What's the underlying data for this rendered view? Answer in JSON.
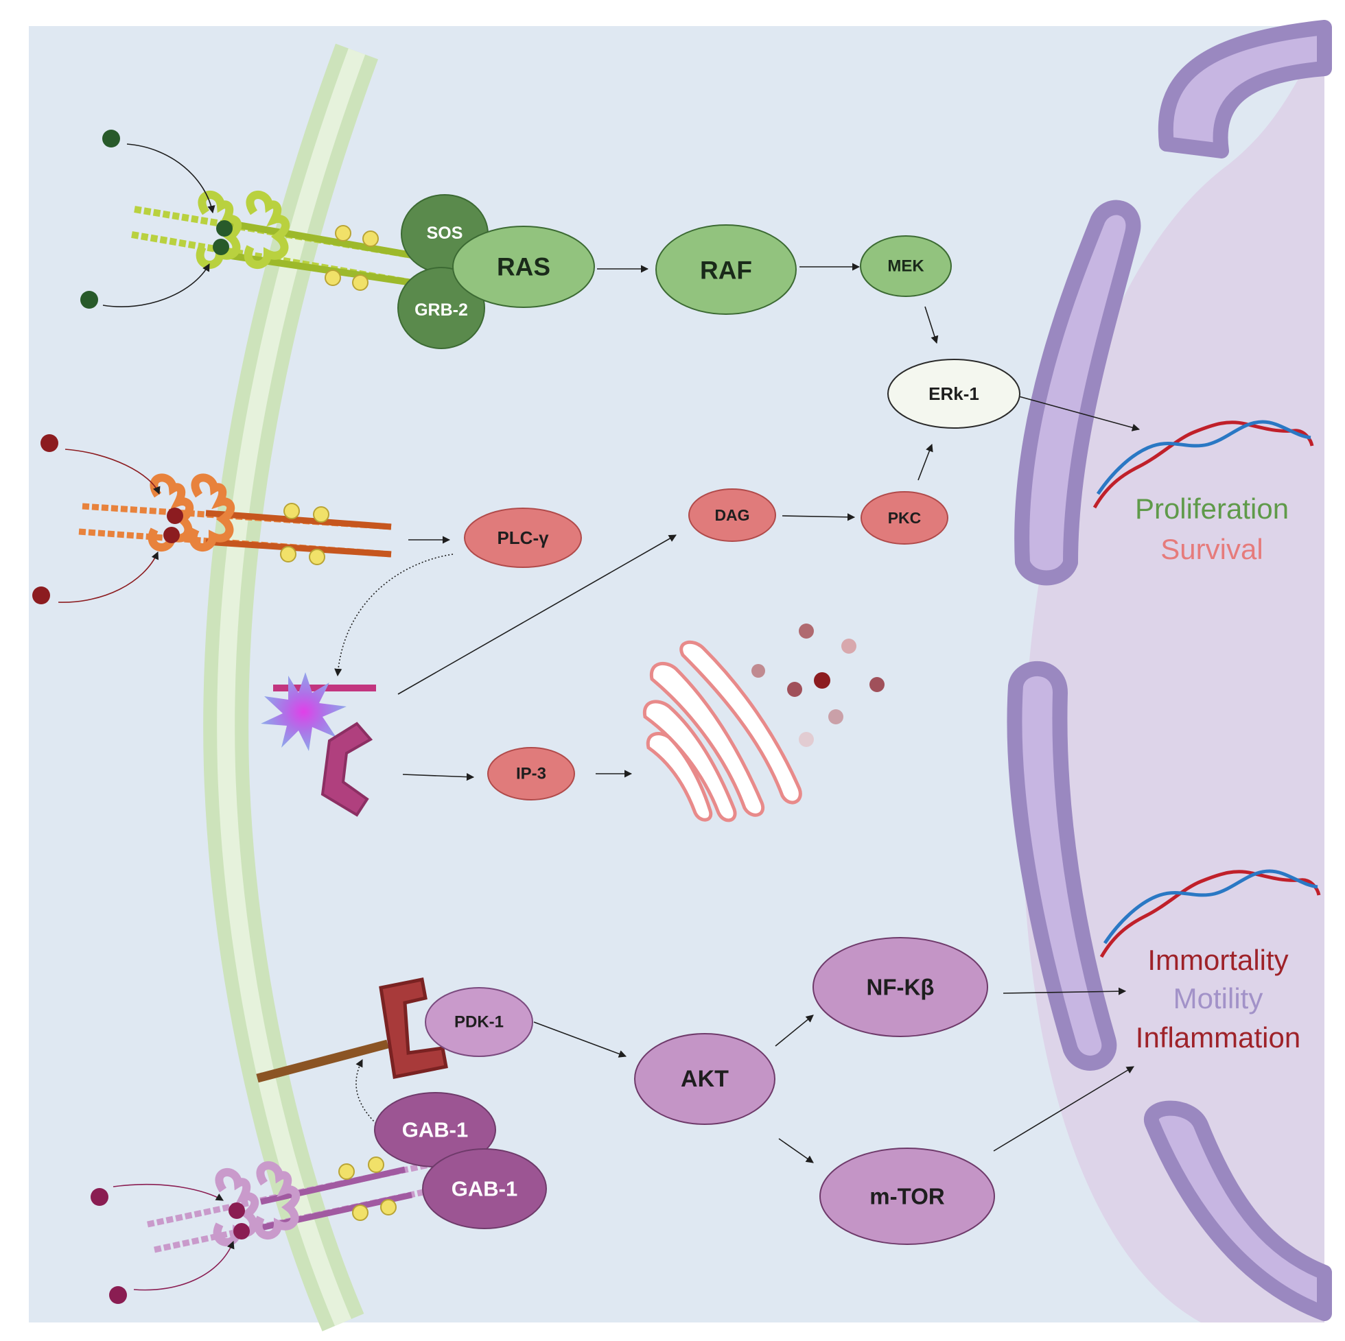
{
  "nodes": {
    "sos": "SOS",
    "ras": "RAS",
    "grb2": "GRB-2",
    "raf": "RAF",
    "mek": "MEK",
    "erk1": "ERk-1",
    "plcg": "PLC-γ",
    "dag": "DAG",
    "pkc": "PKC",
    "ip3": "IP-3",
    "pdk1": "PDK-1",
    "akt": "AKT",
    "nfkb": "NF-Kβ",
    "mtor": "m-TOR",
    "gab1_top": "GAB-1",
    "gab1_bottom": "GAB-1"
  },
  "outcomes": {
    "group1": [
      "Proliferation",
      "Survival"
    ],
    "group2": [
      "Immortality",
      "Motility",
      "Inflammation"
    ]
  },
  "colors": {
    "background": "#dfe8f2",
    "membrane": "#cde3bb",
    "membrane_inner": "#e6f2dc",
    "ras_pathway": "#92c37e",
    "ras_pathway_dark": "#5a8a4c",
    "plc_pathway": "#e07b7b",
    "pi3k_pathway": "#c495c6",
    "gab_dark": "#9c5593",
    "nucleus": "#d8cdea",
    "nuclear_envelope": "#9a88c0",
    "proliferation": "#5f9a4a",
    "survival": "#e67b7b",
    "immortality": "#9e2229",
    "motility": "#a292c8",
    "inflammation": "#9e2229"
  }
}
